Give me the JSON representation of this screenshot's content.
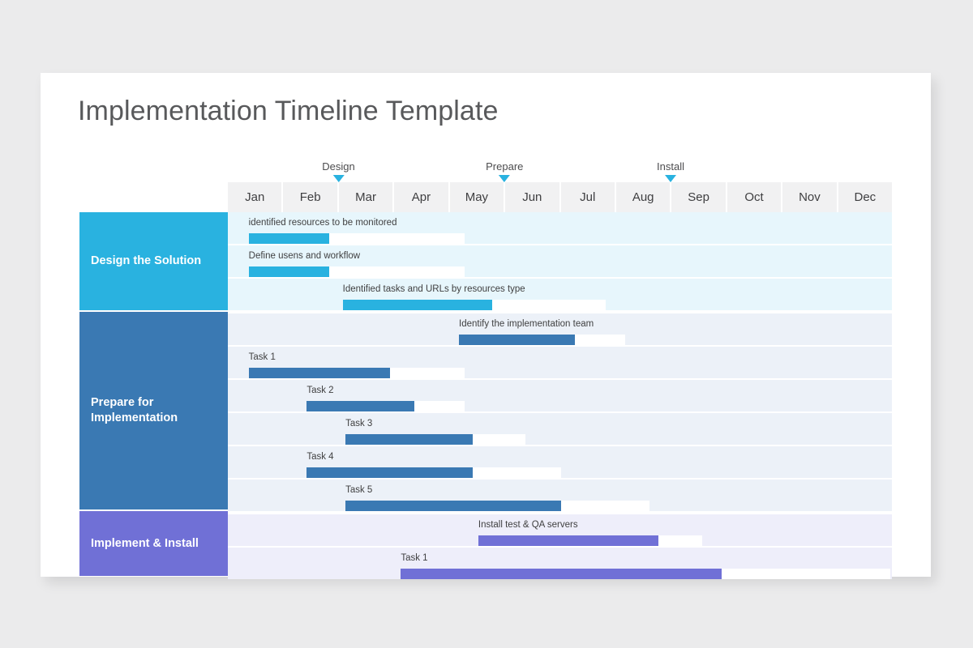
{
  "page": {
    "background_color": "#ebebec",
    "card_color": "#ffffff",
    "title": "Implementation Timeline Template"
  },
  "timeline": {
    "months": [
      "Jan",
      "Feb",
      "Mar",
      "Apr",
      "May",
      "Jun",
      "Jul",
      "Aug",
      "Sep",
      "Oct",
      "Nov",
      "Dec"
    ],
    "month_cell_color": "#f1f1f2",
    "month_text_color": "#3f3f41",
    "markers": [
      {
        "label": "Design",
        "month_position": 2.0,
        "color": "#29b2e0"
      },
      {
        "label": "Prepare",
        "month_position": 5.0,
        "color": "#29b2e0"
      },
      {
        "label": "Install",
        "month_position": 8.0,
        "color": "#29b2e0"
      }
    ]
  },
  "chart_data": {
    "type": "bar",
    "title": "Implementation Timeline Template",
    "xlabel": "",
    "ylabel": "",
    "categories": [
      "Jan",
      "Feb",
      "Mar",
      "Apr",
      "May",
      "Jun",
      "Jul",
      "Aug",
      "Sep",
      "Oct",
      "Nov",
      "Dec"
    ],
    "axis_range_months": [
      0,
      12
    ],
    "grid": false,
    "legend": "none",
    "sections": [
      {
        "name": "Design the Solution",
        "color": "#29b2e0",
        "row_background": "#e7f6fc",
        "rows": [
          {
            "label": "identified resources to be monitored",
            "start": 0.2,
            "end": 4.1,
            "progress_end": 1.65
          },
          {
            "label": "Define usens and workflow",
            "start": 0.2,
            "end": 4.1,
            "progress_end": 1.65
          },
          {
            "label": "Identified tasks and URLs by resources type",
            "start": 1.9,
            "end": 6.65,
            "progress_end": 4.6
          }
        ]
      },
      {
        "name": "Prepare for Implementation",
        "color": "#3a79b3",
        "row_background": "#ecf1f8",
        "rows": [
          {
            "label": "Identify the implementation team",
            "start": 4.0,
            "end": 7.0,
            "progress_end": 6.1
          },
          {
            "label": "Task 1",
            "start": 0.2,
            "end": 4.1,
            "progress_end": 2.75
          },
          {
            "label": "Task 2",
            "start": 1.25,
            "end": 4.1,
            "progress_end": 3.2
          },
          {
            "label": "Task 3",
            "start": 1.95,
            "end": 5.2,
            "progress_end": 4.25
          },
          {
            "label": "Task 4",
            "start": 1.25,
            "end": 5.85,
            "progress_end": 4.25
          },
          {
            "label": "Task 5",
            "start": 1.95,
            "end": 7.45,
            "progress_end": 5.85
          }
        ]
      },
      {
        "name": "Implement & Install",
        "color": "#7070d6",
        "row_background": "#eeeefa",
        "rows": [
          {
            "label": "Install test & QA servers",
            "start": 4.35,
            "end": 8.4,
            "progress_end": 7.6
          },
          {
            "label": "Task 1",
            "start": 2.95,
            "end": 11.8,
            "progress_end": 8.75
          }
        ]
      }
    ]
  }
}
